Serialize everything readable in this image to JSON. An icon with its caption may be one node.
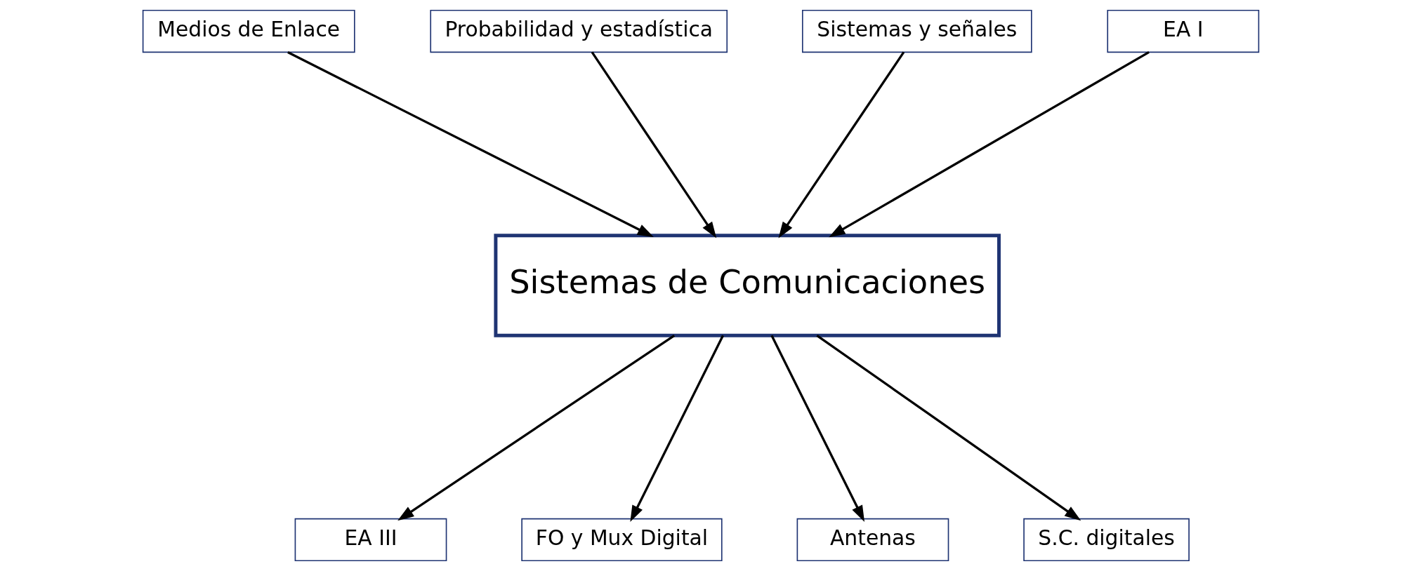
{
  "diagram": {
    "nodes": [
      {
        "text": [
          "Medios de Enlace"
        ]
      },
      {
        "text": [
          "Probabilidad y estadística"
        ]
      },
      {
        "text": [
          "Sistemas y señales"
        ]
      },
      {
        "text": [
          "EA I"
        ]
      },
      {
        "text": [
          "Sistemas de Comunicaciones"
        ]
      },
      {
        "text": [
          "EA III"
        ]
      },
      {
        "text": [
          "FO y Mux Digital"
        ]
      },
      {
        "text": [
          "Antenas"
        ]
      },
      {
        "text": [
          "S.C. digitales"
        ]
      }
    ],
    "edges": [
      {
        "from": 0,
        "to": 4,
        "arrow": "to"
      },
      {
        "from": 1,
        "to": 4,
        "arrow": "to"
      },
      {
        "from": 2,
        "to": 4,
        "arrow": "to"
      },
      {
        "from": 3,
        "to": 4,
        "arrow": "to"
      },
      {
        "from": 4,
        "to": 5,
        "arrow": "to"
      },
      {
        "from": 4,
        "to": 6,
        "arrow": "to"
      },
      {
        "from": 4,
        "to": 7,
        "arrow": "to"
      },
      {
        "from": 4,
        "to": 8,
        "arrow": "to"
      }
    ]
  }
}
